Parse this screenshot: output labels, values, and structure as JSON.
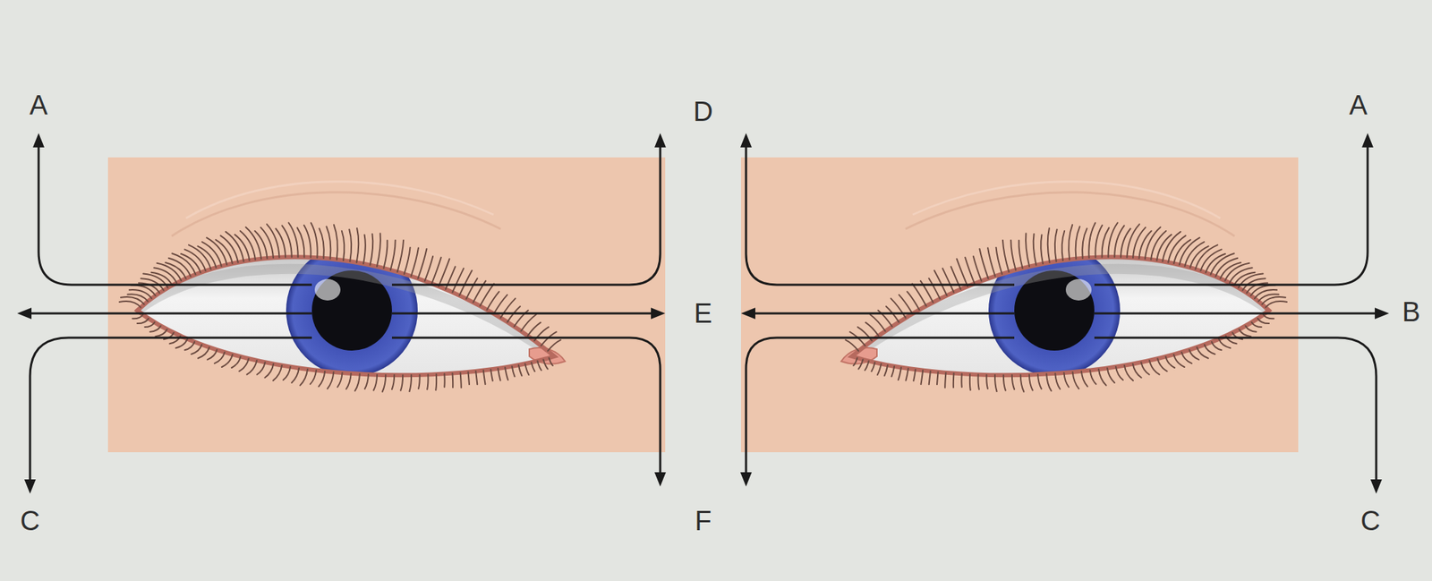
{
  "diagram": {
    "labels": [
      "A",
      "D",
      "A",
      "E",
      "B",
      "C",
      "F",
      "C"
    ]
  }
}
